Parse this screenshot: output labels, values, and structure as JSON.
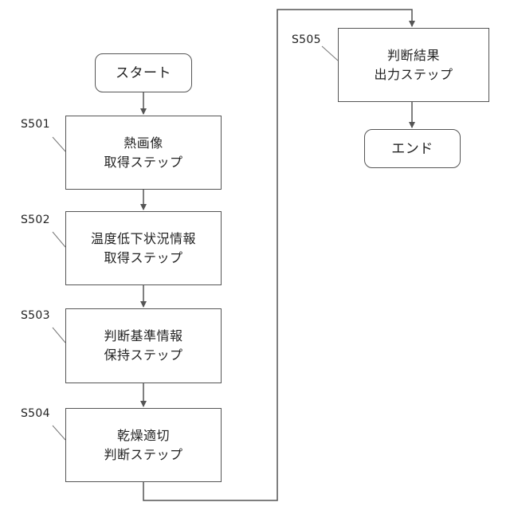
{
  "diagram": {
    "start_label": "スタート",
    "end_label": "エンド",
    "steps": [
      {
        "id": "S501",
        "line1": "熱画像",
        "line2": "取得ステップ"
      },
      {
        "id": "S502",
        "line1": "温度低下状況情報",
        "line2": "取得ステップ"
      },
      {
        "id": "S503",
        "line1": "判断基準情報",
        "line2": "保持ステップ"
      },
      {
        "id": "S504",
        "line1": "乾燥適切",
        "line2": "判断ステップ"
      },
      {
        "id": "S505",
        "line1": "判断結果",
        "line2": "出力ステップ"
      }
    ]
  }
}
